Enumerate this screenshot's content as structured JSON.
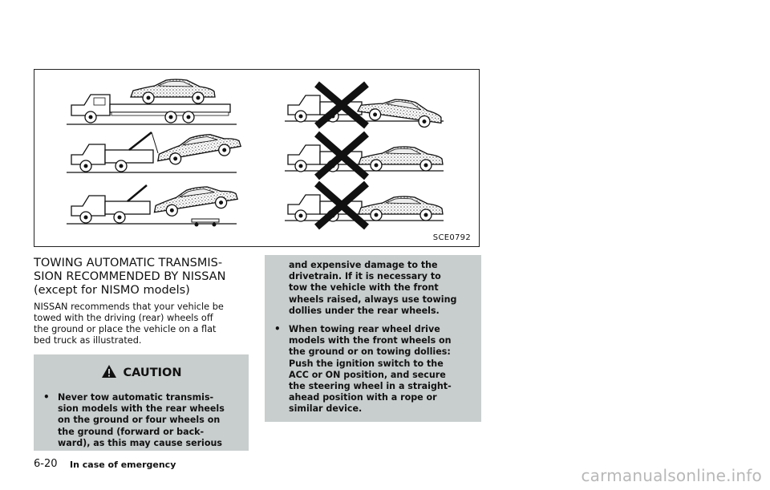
{
  "figure": {
    "code": "SCE0792",
    "illustrations": [
      {
        "method": "flatbed truck",
        "recommended": true
      },
      {
        "method": "wheel lift, front wheels raised",
        "recommended": true
      },
      {
        "method": "wheel lift with towing dollies",
        "recommended": true
      },
      {
        "method": "sling, rear wheels raised",
        "recommended": false
      },
      {
        "method": "wheel lift, rear wheels raised",
        "recommended": false
      },
      {
        "method": "all four wheels on ground",
        "recommended": false
      }
    ]
  },
  "heading": {
    "line1": "TOWING AUTOMATIC TRANSMIS-",
    "line2": "SION RECOMMENDED BY NISSAN",
    "line3": "(except for NISMO models)"
  },
  "intro": {
    "line1": "NISSAN recommends that your vehicle be",
    "line2": "towed with the driving (rear) wheels off",
    "line3": "the ground or place the vehicle on a flat",
    "line4": "bed truck as illustrated."
  },
  "caution": {
    "title": "CAUTION",
    "bullet": "•",
    "item1": {
      "line1": "Never tow automatic transmis-",
      "line2": "sion models with the rear wheels",
      "line3": "on the ground or four wheels on",
      "line4": "the ground (forward or back-",
      "line5": "ward), as this may cause serious",
      "line6": "and expensive damage to the",
      "line7": "drivetrain. If it is necessary to",
      "line8": "tow the vehicle with the front",
      "line9": "wheels raised, always use towing",
      "line10": "dollies under the rear wheels."
    },
    "item2": {
      "line1": "When towing rear wheel drive",
      "line2": "models with the front wheels on",
      "line3": "the ground or on towing dollies:",
      "line4": "Push the ignition switch to the",
      "line5": "ACC or ON position, and secure",
      "line6": "the steering wheel in a straight-",
      "line7": "ahead position with a rope or",
      "line8": "similar device."
    }
  },
  "footer": {
    "page": "6-20",
    "section": "In case of emergency"
  },
  "watermark": "carmanualsonline.info"
}
